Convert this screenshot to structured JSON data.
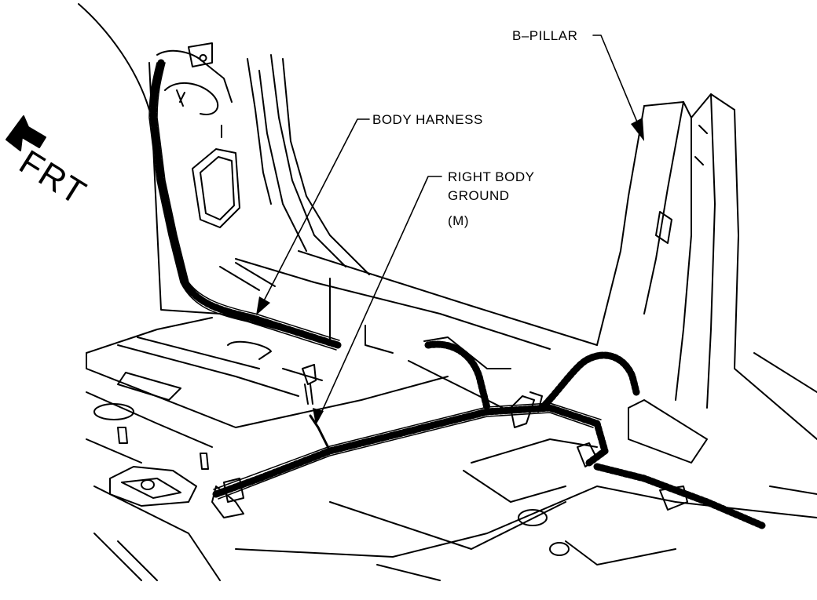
{
  "labels": {
    "b_pillar": "B–PILLAR",
    "body_harness": "BODY HARNESS",
    "right_body_ground_line1": "RIGHT BODY",
    "right_body_ground_line2": "GROUND",
    "right_body_ground_code": "(M)",
    "front_indicator": "FRT"
  },
  "colors": {
    "line": "#000000",
    "background": "#ffffff"
  }
}
